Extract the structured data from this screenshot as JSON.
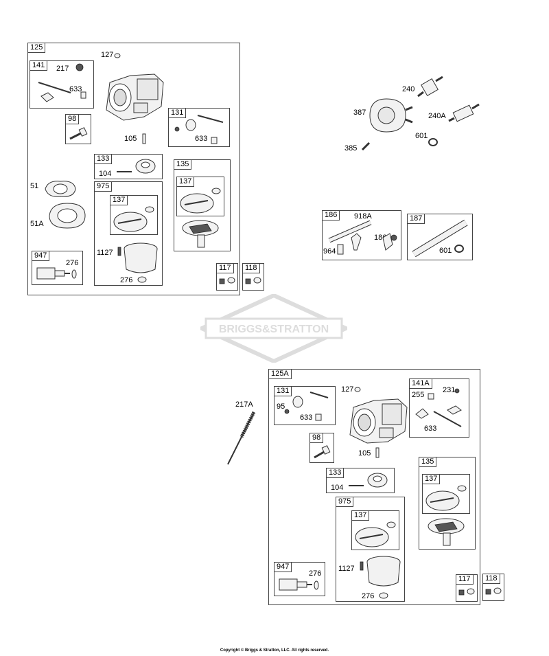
{
  "watermark": "BRIGGS&STRATTON",
  "copyright": "Copyright © Briggs & Stratton, LLC. All rights reserved.",
  "assembly_125": {
    "tag": "125",
    "labels": {
      "carb": "127",
      "gasket": "51",
      "gasket_a": "51A",
      "bolt": "1127"
    },
    "kit_141": {
      "tag": "141",
      "labels": [
        "217",
        "633"
      ]
    },
    "kit_98": {
      "tag": "98"
    },
    "screw_105": "105",
    "kit_131": {
      "tag": "131",
      "labels": [
        "633"
      ]
    },
    "kit_133": {
      "tag": "133",
      "labels": [
        "104"
      ]
    },
    "kit_135": {
      "tag": "135",
      "inner": "137"
    },
    "kit_975": {
      "tag": "975",
      "inner": "137",
      "labels": [
        "276"
      ]
    },
    "kit_947": {
      "tag": "947",
      "labels": [
        "276"
      ]
    },
    "kit_117": {
      "tag": "117"
    },
    "kit_118": {
      "tag": "118"
    }
  },
  "fuel_pump": {
    "labels": [
      "387",
      "385",
      "240",
      "240A",
      "601"
    ]
  },
  "kit_186": {
    "tag": "186",
    "labels": [
      "918A",
      "186A",
      "964"
    ]
  },
  "kit_187": {
    "tag": "187",
    "labels": [
      "601"
    ]
  },
  "tool_217A": "217A",
  "assembly_125A": {
    "tag": "125A",
    "labels": {
      "carb": "127",
      "screw": "105",
      "bolt": "1127"
    },
    "kit_131": {
      "tag": "131",
      "labels": [
        "95",
        "633"
      ]
    },
    "kit_141A": {
      "tag": "141A",
      "labels": [
        "255",
        "231",
        "633"
      ]
    },
    "kit_98": {
      "tag": "98"
    },
    "kit_133": {
      "tag": "133",
      "labels": [
        "104"
      ]
    },
    "kit_135": {
      "tag": "135",
      "inner": "137"
    },
    "kit_975": {
      "tag": "975",
      "inner": "137",
      "labels": [
        "276"
      ]
    },
    "kit_947": {
      "tag": "947",
      "labels": [
        "276"
      ]
    },
    "kit_117": {
      "tag": "117"
    },
    "kit_118": {
      "tag": "118"
    }
  }
}
